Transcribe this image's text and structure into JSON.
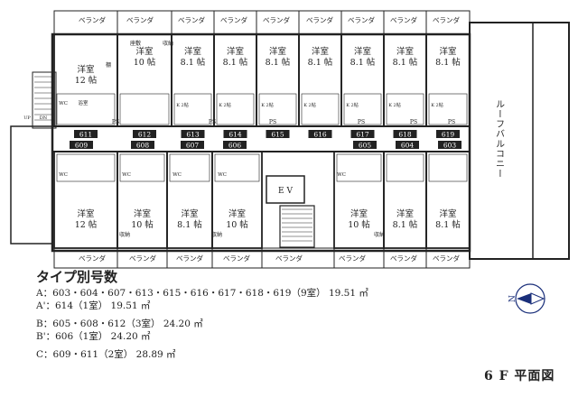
{
  "plan": {
    "veranda_label": "ベランダ",
    "roof_balcony": "ルーフバルコニー",
    "ev": "E V",
    "ps": "PS",
    "wc": "WC",
    "bath": "浴室",
    "kitchen": "K 2帖",
    "storage": "収納",
    "shelf": "棚",
    "zashiki": "座敷",
    "up": "UP",
    "dn": "DN",
    "top_rooms": [
      {
        "type": "洋室",
        "size": "12 帖"
      },
      {
        "type": "洋室",
        "size": "10 帖"
      },
      {
        "type": "洋室",
        "size": "8.1 帖"
      },
      {
        "type": "洋室",
        "size": "8.1 帖"
      },
      {
        "type": "洋室",
        "size": "8.1 帖"
      },
      {
        "type": "洋室",
        "size": "8.1 帖"
      },
      {
        "type": "洋室",
        "size": "8.1 帖"
      },
      {
        "type": "洋室",
        "size": "8.1 帖"
      },
      {
        "type": "洋室",
        "size": "8.1 帖"
      }
    ],
    "bottom_rooms": [
      {
        "type": "洋室",
        "size": "12 帖"
      },
      {
        "type": "洋室",
        "size": "10 帖"
      },
      {
        "type": "洋室",
        "size": "8.1 帖"
      },
      {
        "type": "洋室",
        "size": "10 帖"
      },
      {
        "type": "洋室",
        "size": "10 帖"
      },
      {
        "type": "洋室",
        "size": "8.1 帖"
      },
      {
        "type": "洋室",
        "size": "8.1 帖"
      }
    ],
    "top_numbers": [
      "611",
      "612",
      "613",
      "614",
      "615",
      "616",
      "617",
      "618",
      "619"
    ],
    "bottom_numbers": [
      "609",
      "608",
      "607",
      "606",
      "605",
      "604",
      "603"
    ]
  },
  "legend": {
    "title": "タイプ別号数",
    "rows": [
      "A：603・604・607・613・615・616・617・618・619（9室） 19.51 ㎡",
      "A'：614（1室） 19.51 ㎡",
      "B：605・608・612（3室） 24.20 ㎡",
      "B'：606（1室） 24.20 ㎡",
      "C：609・611（2室） 28.89 ㎡"
    ]
  },
  "compass": {
    "label": "N",
    "color": "#1a2f7a"
  },
  "floor_title": "6 F 平面図"
}
